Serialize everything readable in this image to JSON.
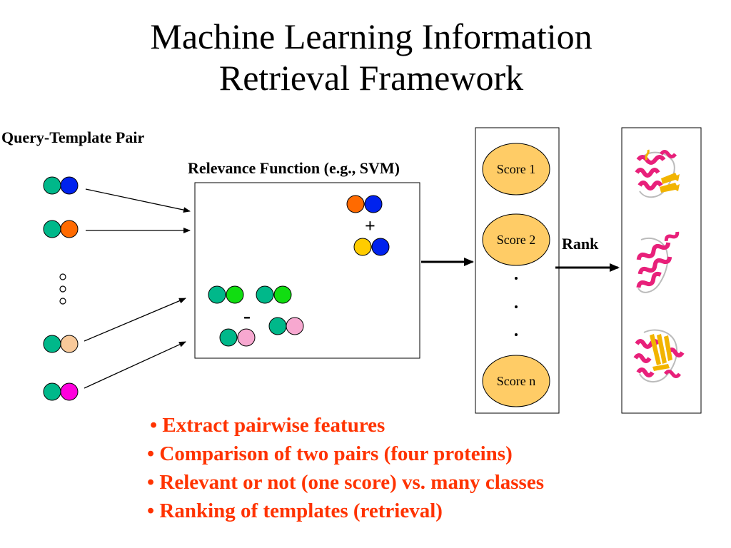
{
  "title": {
    "line1": "Machine Learning Information",
    "line2": "Retrieval Framework"
  },
  "labels": {
    "query_template_pair": "Query-Template Pair",
    "relevance_function": "Relevance Function (e.g., SVM)",
    "rank": "Rank",
    "plus": "+",
    "minus": "-"
  },
  "ellipsis": "o o o",
  "scores": [
    "Score 1",
    "Score 2",
    "Score n"
  ],
  "dots": ". . .",
  "bullets": [
    "• Extract pairwise features",
    "• Comparison of two pairs (four proteins)",
    "• Relevant or not (one score) vs. many classes",
    "• Ranking of templates (retrieval)"
  ],
  "colors": {
    "teal": "#00b88a",
    "blue": "#0022ee",
    "orange": "#ff6a00",
    "green": "#11dd11",
    "pink": "#f7a8d0",
    "peach": "#f8c99a",
    "magenta": "#ff00dd",
    "yellow": "#ffcc00",
    "score_fill": "#ffcc66",
    "bullet_text": "#ff3300",
    "helix": "#e8207a",
    "sheet": "#f2b400"
  },
  "query_pairs": [
    {
      "left": "teal",
      "right": "blue"
    },
    {
      "left": "teal",
      "right": "orange"
    },
    {
      "left": "teal",
      "right": "peach"
    },
    {
      "left": "teal",
      "right": "magenta"
    }
  ],
  "positive_examples": [
    {
      "left": "orange",
      "right": "blue"
    },
    {
      "left": "yellow",
      "right": "blue"
    }
  ],
  "negative_examples": [
    {
      "left": "teal",
      "right": "green"
    },
    {
      "left": "teal",
      "right": "green"
    },
    {
      "left": "teal",
      "right": "pink"
    },
    {
      "left": "teal",
      "right": "pink"
    }
  ],
  "structures": [
    {
      "type": "alpha-beta",
      "icon": "protein-structure-1-icon"
    },
    {
      "type": "all-alpha",
      "icon": "protein-structure-2-icon"
    },
    {
      "type": "alpha-beta",
      "icon": "protein-structure-3-icon"
    }
  ]
}
